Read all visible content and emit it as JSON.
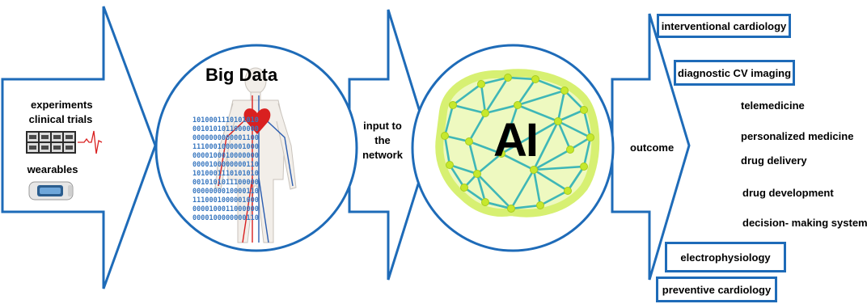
{
  "input": {
    "line1": "experiments",
    "line2": "clinical trials",
    "line3": "wearables"
  },
  "big_data": {
    "title": "Big Data",
    "binary": "1010001110101010\n0010101011000000\n0000000000001100\n1110001000001000\n0000100010000000\n0000100000000110\n1010001110101010\n0010101011100000\n0000000010000110\n1110001000001000\n0000100011000000\n0000100000000110"
  },
  "network_input": {
    "line1": "input to",
    "line2": "the",
    "line3": "network"
  },
  "ai": {
    "label": "AI"
  },
  "outcome": {
    "label": "outcome"
  },
  "outcomes": {
    "interventional": "interventional cardiology",
    "diagnostic": "diagnostic CV imaging",
    "telemedicine": "telemedicine",
    "personalized": "personalized medicine",
    "drug_delivery": "drug delivery",
    "drug_development": "drug development",
    "decision": "decision- making systems",
    "electrophysiology": "electrophysiology",
    "preventive": "preventive cardiology"
  },
  "colors": {
    "arrow_stroke": "#1e6bb8",
    "ai_edges": "#3fb7b7",
    "ai_nodes": "#c6e82c",
    "ai_glow": "#e9f7a0",
    "heart": "#d92020",
    "binary": "#3a78c0"
  }
}
